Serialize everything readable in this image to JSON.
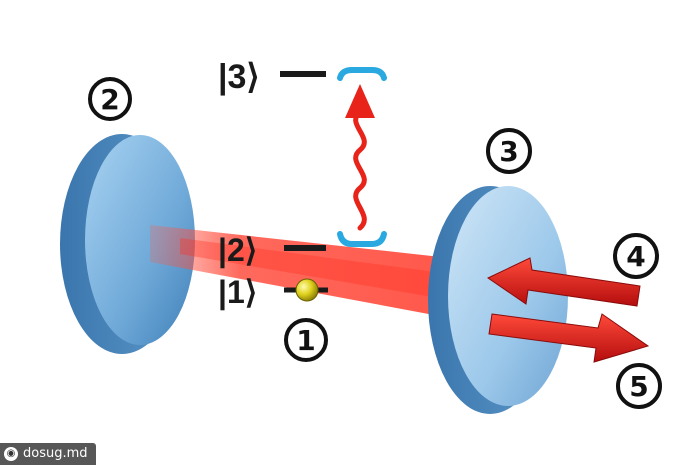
{
  "levels": {
    "level3": "|3⟩",
    "level2": "|2⟩",
    "level1": "|1⟩"
  },
  "markers": {
    "m1": "1",
    "m2": "2",
    "m3": "3",
    "m4": "4",
    "m5": "5"
  },
  "watermark": {
    "text": "dosug.md",
    "icon": "camera-icon"
  },
  "colors": {
    "mirror": "#7fb6e0",
    "beam": "#ff3b30",
    "arrow": "#e01818",
    "level_line": "#1a1a1a",
    "cavity_bracket": "#2aa8e0",
    "atom": "#d9c91a"
  }
}
